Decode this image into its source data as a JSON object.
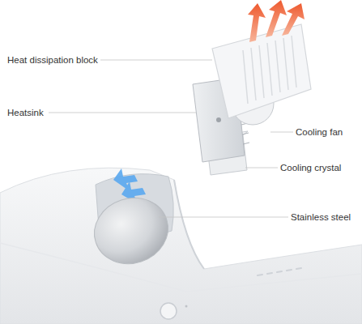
{
  "diagram": {
    "labels": [
      "Heat dissipation block",
      "Heatsink",
      "Cooling fan",
      "Cooling crystal",
      "Stainless steel"
    ]
  }
}
